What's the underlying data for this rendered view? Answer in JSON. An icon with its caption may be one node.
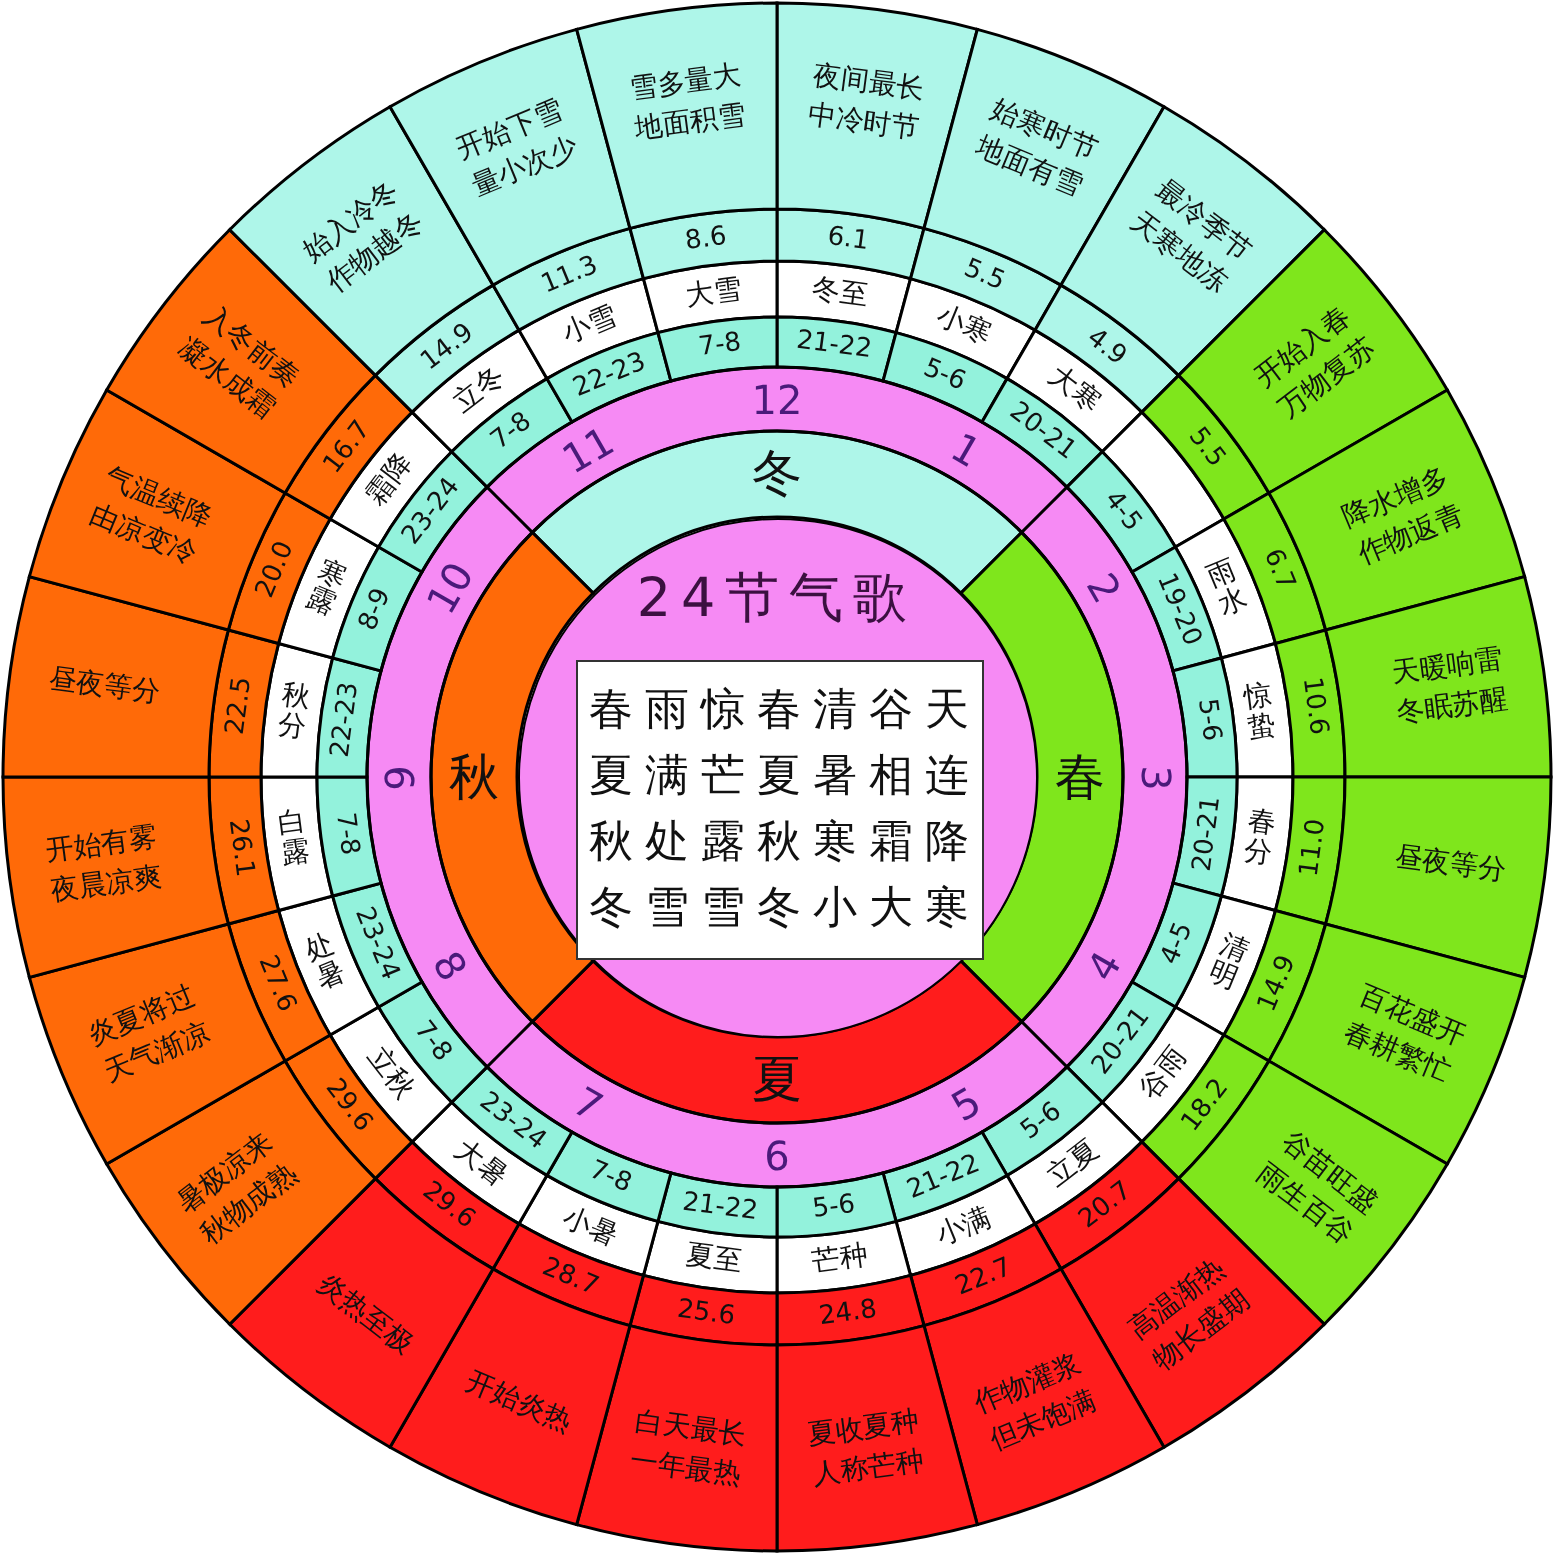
{
  "diagram": {
    "nodes": [
      {
        "text": [
          "24节气歌"
        ]
      },
      {
        "text": [
          "春雨惊春清谷天夏满芒夏暑相连秋处露秋寒霜降冬雪雪冬小大寒"
        ],
        "in": 0
      },
      {
        "text": [
          "冬"
        ]
      },
      {
        "text": [
          "春"
        ]
      },
      {
        "text": [
          "夏"
        ]
      },
      {
        "text": [
          "秋"
        ]
      },
      {
        "text": [
          "冬至"
        ]
      },
      {
        "text": [
          "小寒"
        ]
      },
      {
        "text": [
          "大寒"
        ]
      },
      {
        "text": [],
        "shape": "sector"
      },
      {
        "text": [
          "雨水"
        ]
      },
      {
        "text": [
          "惊蛰"
        ]
      },
      {
        "text": [
          "春分"
        ]
      },
      {
        "text": [
          "清明"
        ]
      },
      {
        "text": [
          "谷雨"
        ]
      },
      {
        "text": [
          "立夏"
        ]
      },
      {
        "text": [
          "小满"
        ]
      },
      {
        "text": [
          "芒种"
        ]
      },
      {
        "text": [
          "夏至"
        ]
      },
      {
        "text": [
          "小暑"
        ]
      },
      {
        "text": [
          "大暑"
        ]
      },
      {
        "text": [
          "立秋"
        ]
      },
      {
        "text": [
          "处暑"
        ]
      },
      {
        "text": [
          "白露"
        ]
      },
      {
        "text": [
          "秋分"
        ]
      },
      {
        "text": [
          "寒露"
        ]
      },
      {
        "text": [
          "霜降"
        ]
      },
      {
        "text": [
          "立冬"
        ]
      },
      {
        "text": [
          "小雪"
        ]
      },
      {
        "text": [
          "大雪"
        ]
      },
      {
        "text": [
          "21-22"
        ]
      },
      {
        "text": [
          "5-6"
        ]
      },
      {
        "text": [
          "20-21"
        ]
      },
      {
        "text": [
          "4-5"
        ]
      },
      {
        "text": [
          "19-20"
        ]
      },
      {
        "text": [
          "5-6"
        ]
      },
      {
        "text": [
          "20-21"
        ]
      },
      {
        "text": [
          "4-5"
        ]
      },
      {
        "text": [
          "20-21"
        ]
      },
      {
        "text": [
          "5-6"
        ]
      },
      {
        "text": [
          "21-22"
        ]
      },
      {
        "text": [
          "5-6"
        ]
      },
      {
        "text": [
          "21-22"
        ]
      },
      {
        "text": [
          "7-8"
        ]
      },
      {
        "text": [
          "23-24"
        ]
      },
      {
        "text": [
          "7-8"
        ]
      },
      {
        "text": [
          "23-24"
        ]
      },
      {
        "text": [
          "7-8"
        ]
      },
      {
        "text": [
          "22-23"
        ]
      },
      {
        "text": [
          "8-9"
        ]
      },
      {
        "text": [
          "23-24"
        ]
      },
      {
        "text": [
          "7-8"
        ]
      },
      {
        "text": [
          "22-23"
        ]
      },
      {
        "text": [
          "7-8"
        ]
      },
      {
        "text": [
          "6.1"
        ]
      },
      {
        "text": [
          "5.5"
        ]
      },
      {
        "text": [
          "4.9"
        ]
      },
      {
        "text": [
          "5.5"
        ]
      },
      {
        "text": [
          "6.7"
        ]
      },
      {
        "text": [
          "10.6"
        ]
      },
      {
        "text": [
          "11.0"
        ]
      },
      {
        "text": [
          "14.9"
        ]
      },
      {
        "text": [
          "18.2"
        ]
      },
      {
        "text": [
          "20.7"
        ]
      },
      {
        "text": [
          "22.7"
        ]
      },
      {
        "text": [
          "24.8"
        ]
      },
      {
        "text": [
          "25.6"
        ]
      },
      {
        "text": [
          "28.7"
        ]
      },
      {
        "text": [
          "29.6"
        ]
      },
      {
        "text": [
          "29.6"
        ]
      },
      {
        "text": [
          "27.6"
        ]
      },
      {
        "text": [
          "26.1"
        ]
      },
      {
        "text": [
          "22.5"
        ]
      },
      {
        "text": [
          "20.0"
        ]
      },
      {
        "text": [
          "16.7"
        ]
      },
      {
        "text": [
          "14.9"
        ]
      },
      {
        "text": [
          "11.3"
        ]
      },
      {
        "text": [
          "8.6"
        ]
      },
      {
        "text": [
          "夜间最长中冷时节"
        ]
      },
      {
        "text": [
          "始寒时节地面有雪"
        ]
      },
      {
        "text": [
          "最冷季节天寒地冻"
        ]
      },
      {
        "text": [
          "开始入春万物复苏"
        ]
      },
      {
        "text": [
          "降水增多作物返青"
        ]
      },
      {
        "text": [
          "天暖响雷冬眠苏醒"
        ]
      },
      {
        "text": [
          "昼夜等分"
        ]
      },
      {
        "text": [
          "百花盛开春耕繁忙"
        ]
      },
      {
        "text": [
          "谷苗旺盛雨生百谷"
        ]
      },
      {
        "text": [
          "高温渐热物长盛期"
        ]
      },
      {
        "text": [
          "作物灌浆但未饱满"
        ]
      },
      {
        "text": [
          "夏收夏种人称芒种"
        ]
      },
      {
        "text": [
          "白天最长一年最热"
        ]
      },
      {
        "text": [
          "开始炎热"
        ]
      },
      {
        "text": [
          "炎热至极"
        ]
      },
      {
        "text": [
          "暑极凉来秋物成熟"
        ]
      },
      {
        "text": [
          "炎夏将过天气渐凉"
        ]
      },
      {
        "text": [
          "开始有雾夜晨凉爽"
        ]
      },
      {
        "text": [
          "昼夜等分"
        ]
      },
      {
        "text": [
          "气温续降由凉变冷"
        ]
      },
      {
        "text": [
          "入冬前奏凝水成霜"
        ]
      },
      {
        "text": [
          "始入冷冬作物越冬"
        ]
      },
      {
        "text": [
          "开始下雪量小次少"
        ]
      },
      {
        "text": [
          "雪多量大地面积雪"
        ]
      }
    ],
    "labels": [
      "12",
      "1",
      "2",
      "3",
      "4",
      "5",
      "6",
      "7",
      "8",
      "9",
      "10",
      "11"
    ]
  }
}
